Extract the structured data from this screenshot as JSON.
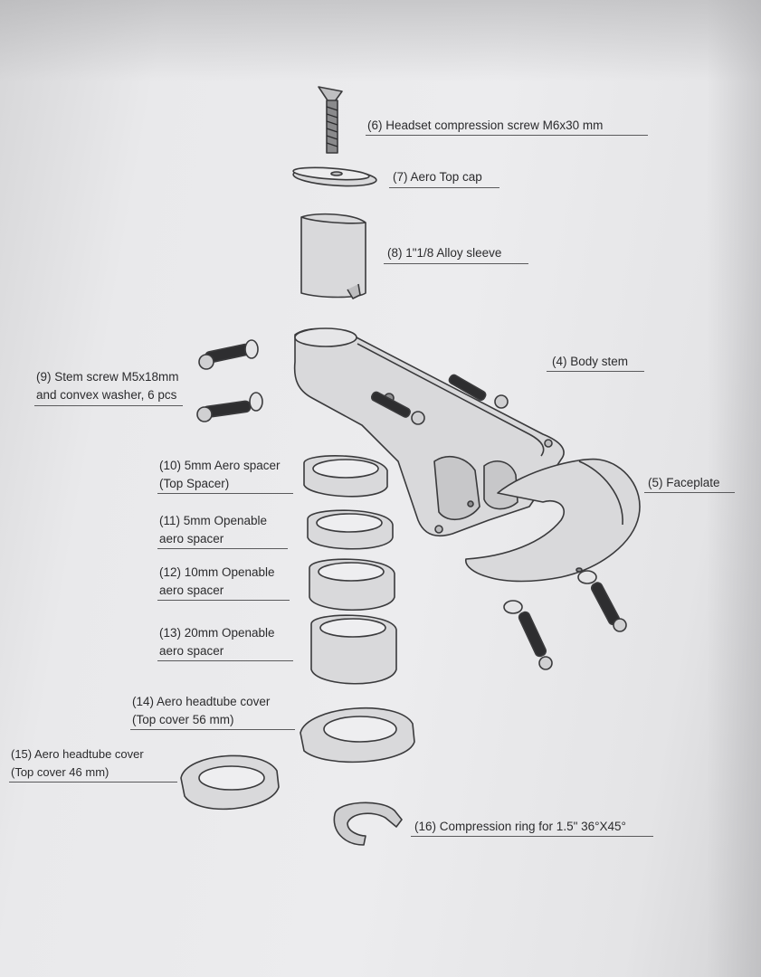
{
  "parts": {
    "p6": {
      "lines": [
        "(6) Headset compression screw M6x30 mm"
      ]
    },
    "p7": {
      "lines": [
        "(7) Aero Top cap"
      ]
    },
    "p8": {
      "lines": [
        "(8) 1\"1/8 Alloy sleeve"
      ]
    },
    "p4": {
      "lines": [
        "(4) Body stem"
      ]
    },
    "p9": {
      "lines": [
        "(9) Stem screw M5x18mm",
        "and convex washer, 6 pcs"
      ]
    },
    "p10": {
      "lines": [
        "(10) 5mm Aero spacer",
        "(Top Spacer)"
      ]
    },
    "p5": {
      "lines": [
        "(5) Faceplate"
      ]
    },
    "p11": {
      "lines": [
        "(11) 5mm Openable",
        "aero spacer"
      ]
    },
    "p12": {
      "lines": [
        "(12) 10mm Openable",
        "aero spacer"
      ]
    },
    "p13": {
      "lines": [
        "(13) 20mm Openable",
        "aero spacer"
      ]
    },
    "p14": {
      "lines": [
        "(14) Aero headtube cover",
        "(Top cover 56 mm)"
      ]
    },
    "p15": {
      "lines": [
        "(15) Aero headtube cover",
        "(Top cover 46 mm)"
      ]
    },
    "p16": {
      "lines": [
        "(16) Compression ring for 1.5\" 36°X45°"
      ]
    }
  },
  "colors": {
    "paper": "#e9e9eb",
    "ink": "#2b2b2d",
    "part_fill": "#d9d9db",
    "part_dark": "#3a3a3c"
  }
}
